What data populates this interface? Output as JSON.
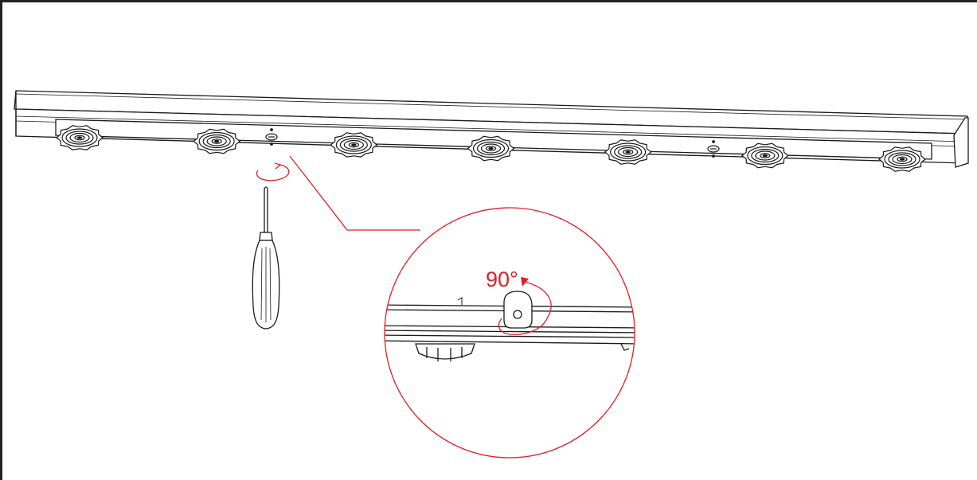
{
  "colors": {
    "line": "#1a1a1a",
    "accent": "#e21e26",
    "background": "#ffffff"
  },
  "icons": [
    "screwdriver-icon",
    "rotation-arrow-icon"
  ],
  "track": {
    "driver_count": 7,
    "latch_count": 2
  },
  "detail_view": {
    "rotation_label": "90°"
  }
}
